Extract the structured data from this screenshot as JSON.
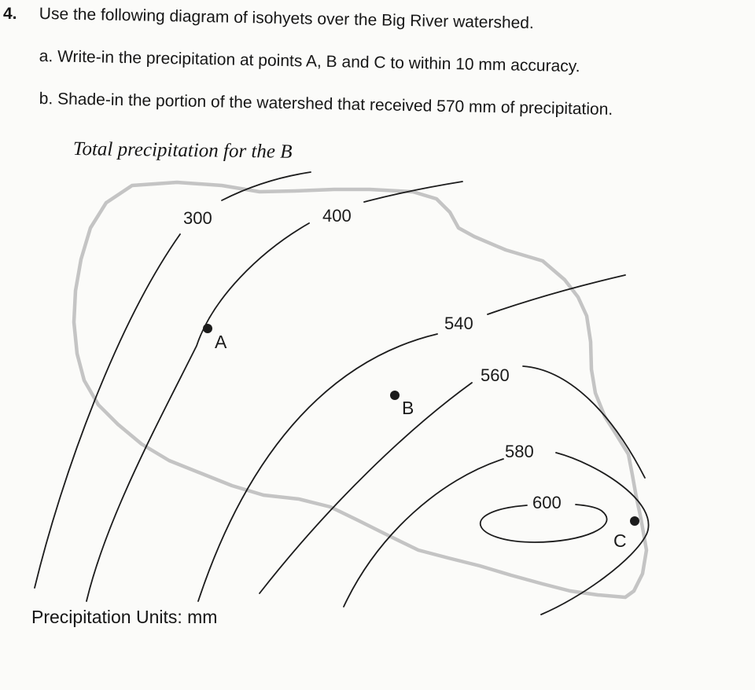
{
  "question": {
    "number": "4.",
    "title": "Use the following diagram of isohyets over the Big River watershed.",
    "part_a": "a. Write-in the precipitation at points A, B and C to within 10 mm accuracy.",
    "part_b": "b. Shade-in the portion of the watershed that received 570 mm of precipitation."
  },
  "diagram": {
    "caption": "Total precipitation for the B",
    "units_label": "Precipitation Units: mm",
    "isohyet_labels": [
      "300",
      "400",
      "540",
      "560",
      "580",
      "600"
    ],
    "points": [
      {
        "label": "A"
      },
      {
        "label": "B"
      },
      {
        "label": "C"
      }
    ],
    "colors": {
      "ink": "#1c1c1c",
      "watershed_boundary": "#c4c4c4",
      "paper": "#fbfbf9"
    }
  }
}
